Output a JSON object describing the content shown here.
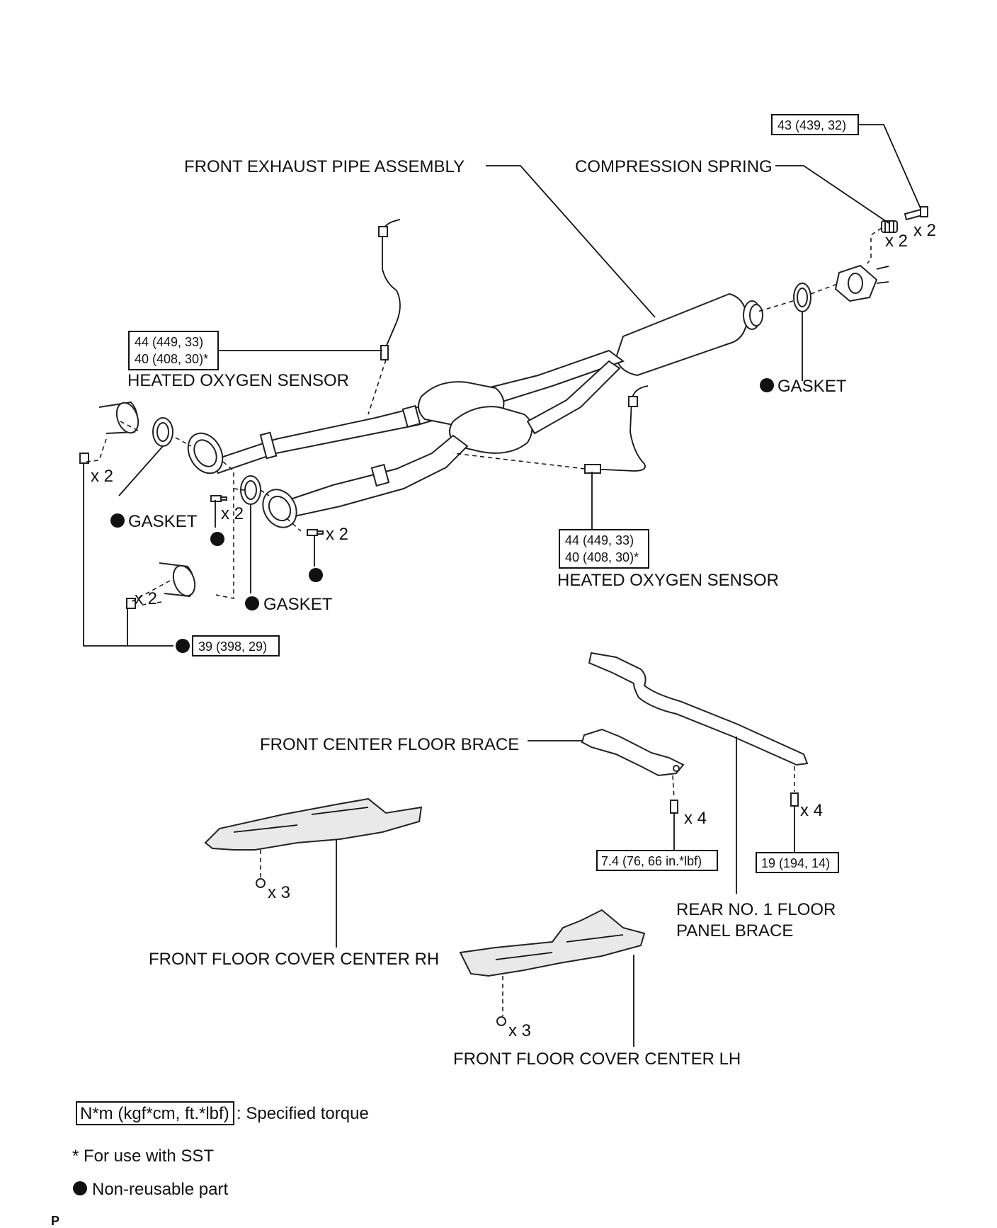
{
  "labels": {
    "front_exhaust_pipe": "FRONT EXHAUST PIPE ASSEMBLY",
    "compression_spring": "COMPRESSION SPRING",
    "heated_oxygen_sensor_upper": "HEATED OXYGEN SENSOR",
    "heated_oxygen_sensor_lower": "HEATED OXYGEN SENSOR",
    "gasket_right": "GASKET",
    "gasket_left_upper": "GASKET",
    "gasket_left_lower": "GASKET",
    "front_center_floor_brace": "FRONT CENTER FLOOR BRACE",
    "rear_floor_brace_line1": "REAR NO. 1 FLOOR",
    "rear_floor_brace_line2": "PANEL BRACE",
    "front_floor_cover_rh": "FRONT FLOOR COVER CENTER RH",
    "front_floor_cover_lh": "FRONT FLOOR COVER CENTER LH"
  },
  "torques": {
    "spring_bolt": "43 (439, 32)",
    "sensor_upper_line1": "44 (449, 33)",
    "sensor_upper_line2": "40 (408, 30)*",
    "sensor_lower_line1": "44 (449, 33)",
    "sensor_lower_line2": "40 (408, 30)*",
    "flange_nut": "39 (398, 29)",
    "front_brace_bolt": "7.4 (76, 66 in.*lbf)",
    "rear_brace_bolt": "19 (194, 14)"
  },
  "quantities": {
    "spring": "x 2",
    "spring_bolt": "x 2",
    "left_nut": "x 2",
    "bolt_a": "x 2",
    "bolt_b": "x 2",
    "lower_nut": "x 2",
    "front_brace_bolt": "x 4",
    "rear_brace_bolt": "x 4",
    "cover_rh_nut": "x 3",
    "cover_lh_nut": "x 3"
  },
  "legend": {
    "torque_box": "N*m (kgf*cm, ft.*lbf)",
    "torque_desc": ": Specified torque",
    "sst_note": "* For use with SST",
    "nonreusable": "Non-reusable part"
  },
  "corner_mark": "P"
}
